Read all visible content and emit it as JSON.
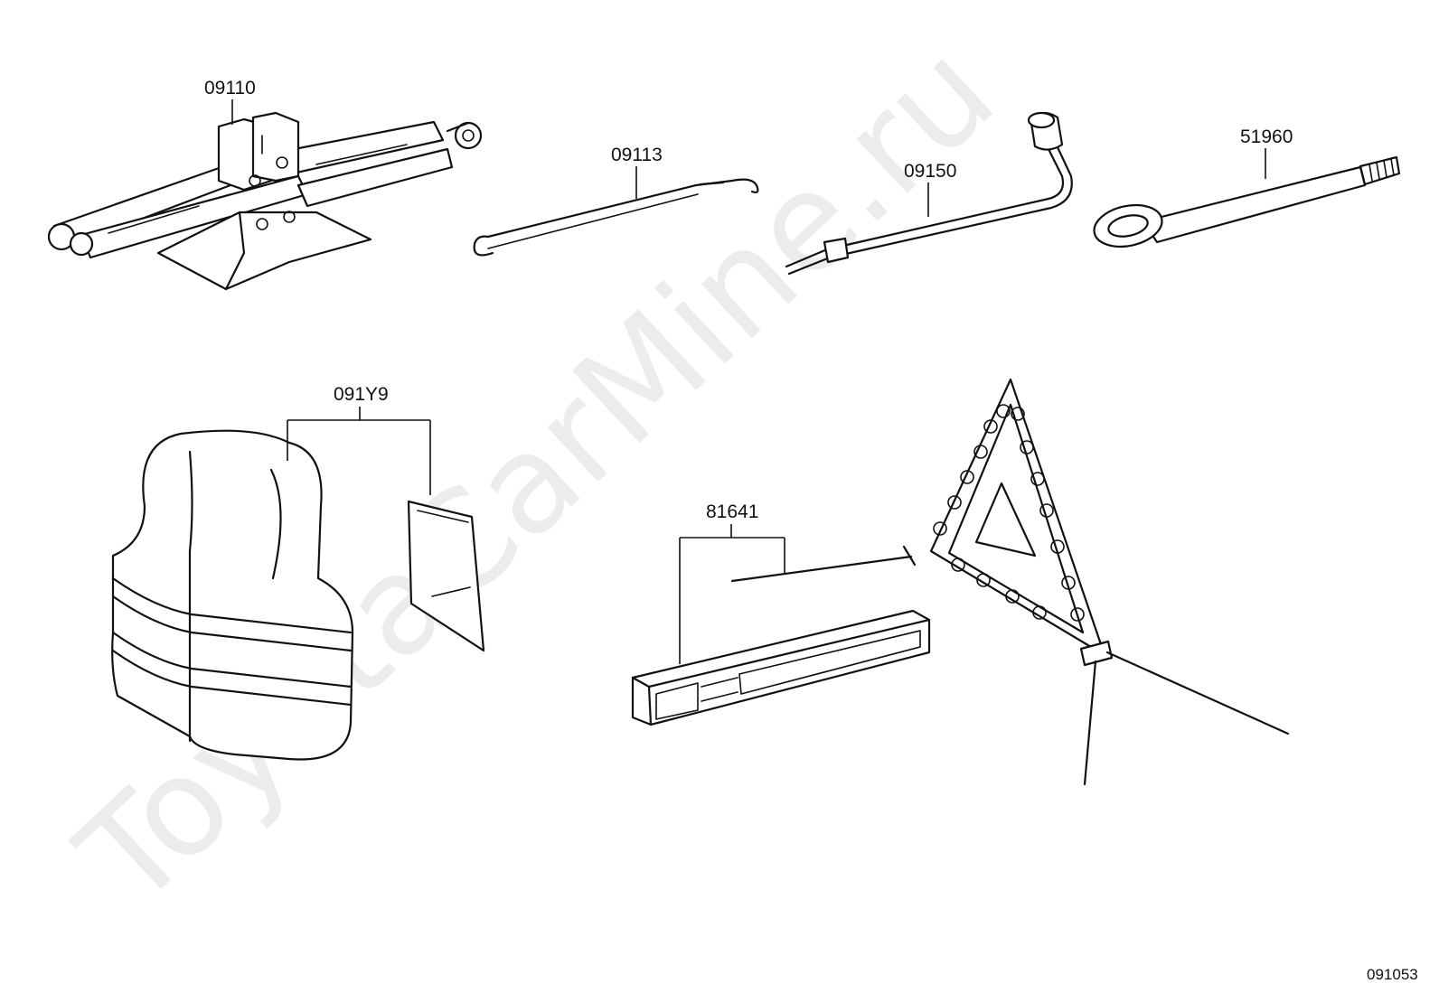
{
  "watermark": "ToyotaCarMine.ru",
  "figure_number": "091053",
  "parts": [
    {
      "id": "jack",
      "label": "09110",
      "icon": "scissor-jack-icon"
    },
    {
      "id": "jack-handle",
      "label": "09113",
      "icon": "jack-handle-hook-icon"
    },
    {
      "id": "wheel-wrench",
      "label": "09150",
      "icon": "lug-wrench-icon"
    },
    {
      "id": "tire-tool",
      "label": "51960",
      "icon": "ring-wrench-extension-icon"
    },
    {
      "id": "safety-vest-kit",
      "label": "091Y9",
      "icon": "safety-vest-icon"
    },
    {
      "id": "warning-triangle",
      "label": "81641",
      "icon": "warning-triangle-icon"
    }
  ]
}
